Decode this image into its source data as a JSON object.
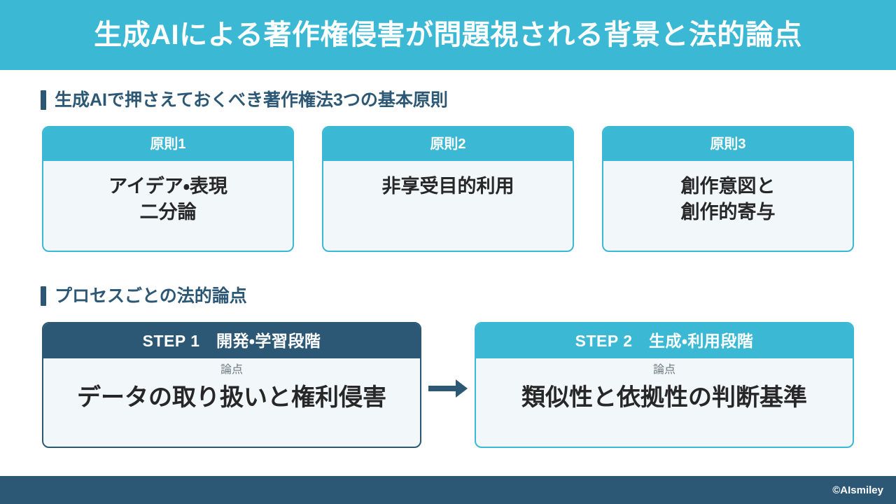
{
  "colors": {
    "accent_teal": "#3BB8D4",
    "accent_navy": "#2C5875",
    "card_body_bg": "#F2F7FA",
    "body_text": "#272727",
    "muted_text": "#6B7880",
    "page_bg": "#FFFFFF"
  },
  "header": {
    "title": "生成AIによる著作権侵害が問題視される背景と法的論点"
  },
  "sections": [
    {
      "id": "principles",
      "heading": "生成AIで押さえておくべき著作権法3つの基本原則",
      "cards": [
        {
          "label": "原則1",
          "text": "アイデア・表現\n二分論"
        },
        {
          "label": "原則2",
          "text": "非享受目的利用"
        },
        {
          "label": "原則3",
          "text": "創作意図と\n創作的寄与"
        }
      ]
    },
    {
      "id": "process",
      "heading": "プロセスごとの法的論点",
      "steps": [
        {
          "header": "STEP 1　開発・学習段階",
          "sublabel": "論点",
          "text": "データの取り扱いと権利侵害",
          "accent": "#2C5875"
        },
        {
          "header": "STEP 2　生成・利用段階",
          "sublabel": "論点",
          "text": "類似性と依拠性の判断基準",
          "accent": "#3BB8D4"
        }
      ],
      "connector_icon": "right-arrow-icon"
    }
  ],
  "footer": {
    "copyright": "©AIsmiley"
  }
}
